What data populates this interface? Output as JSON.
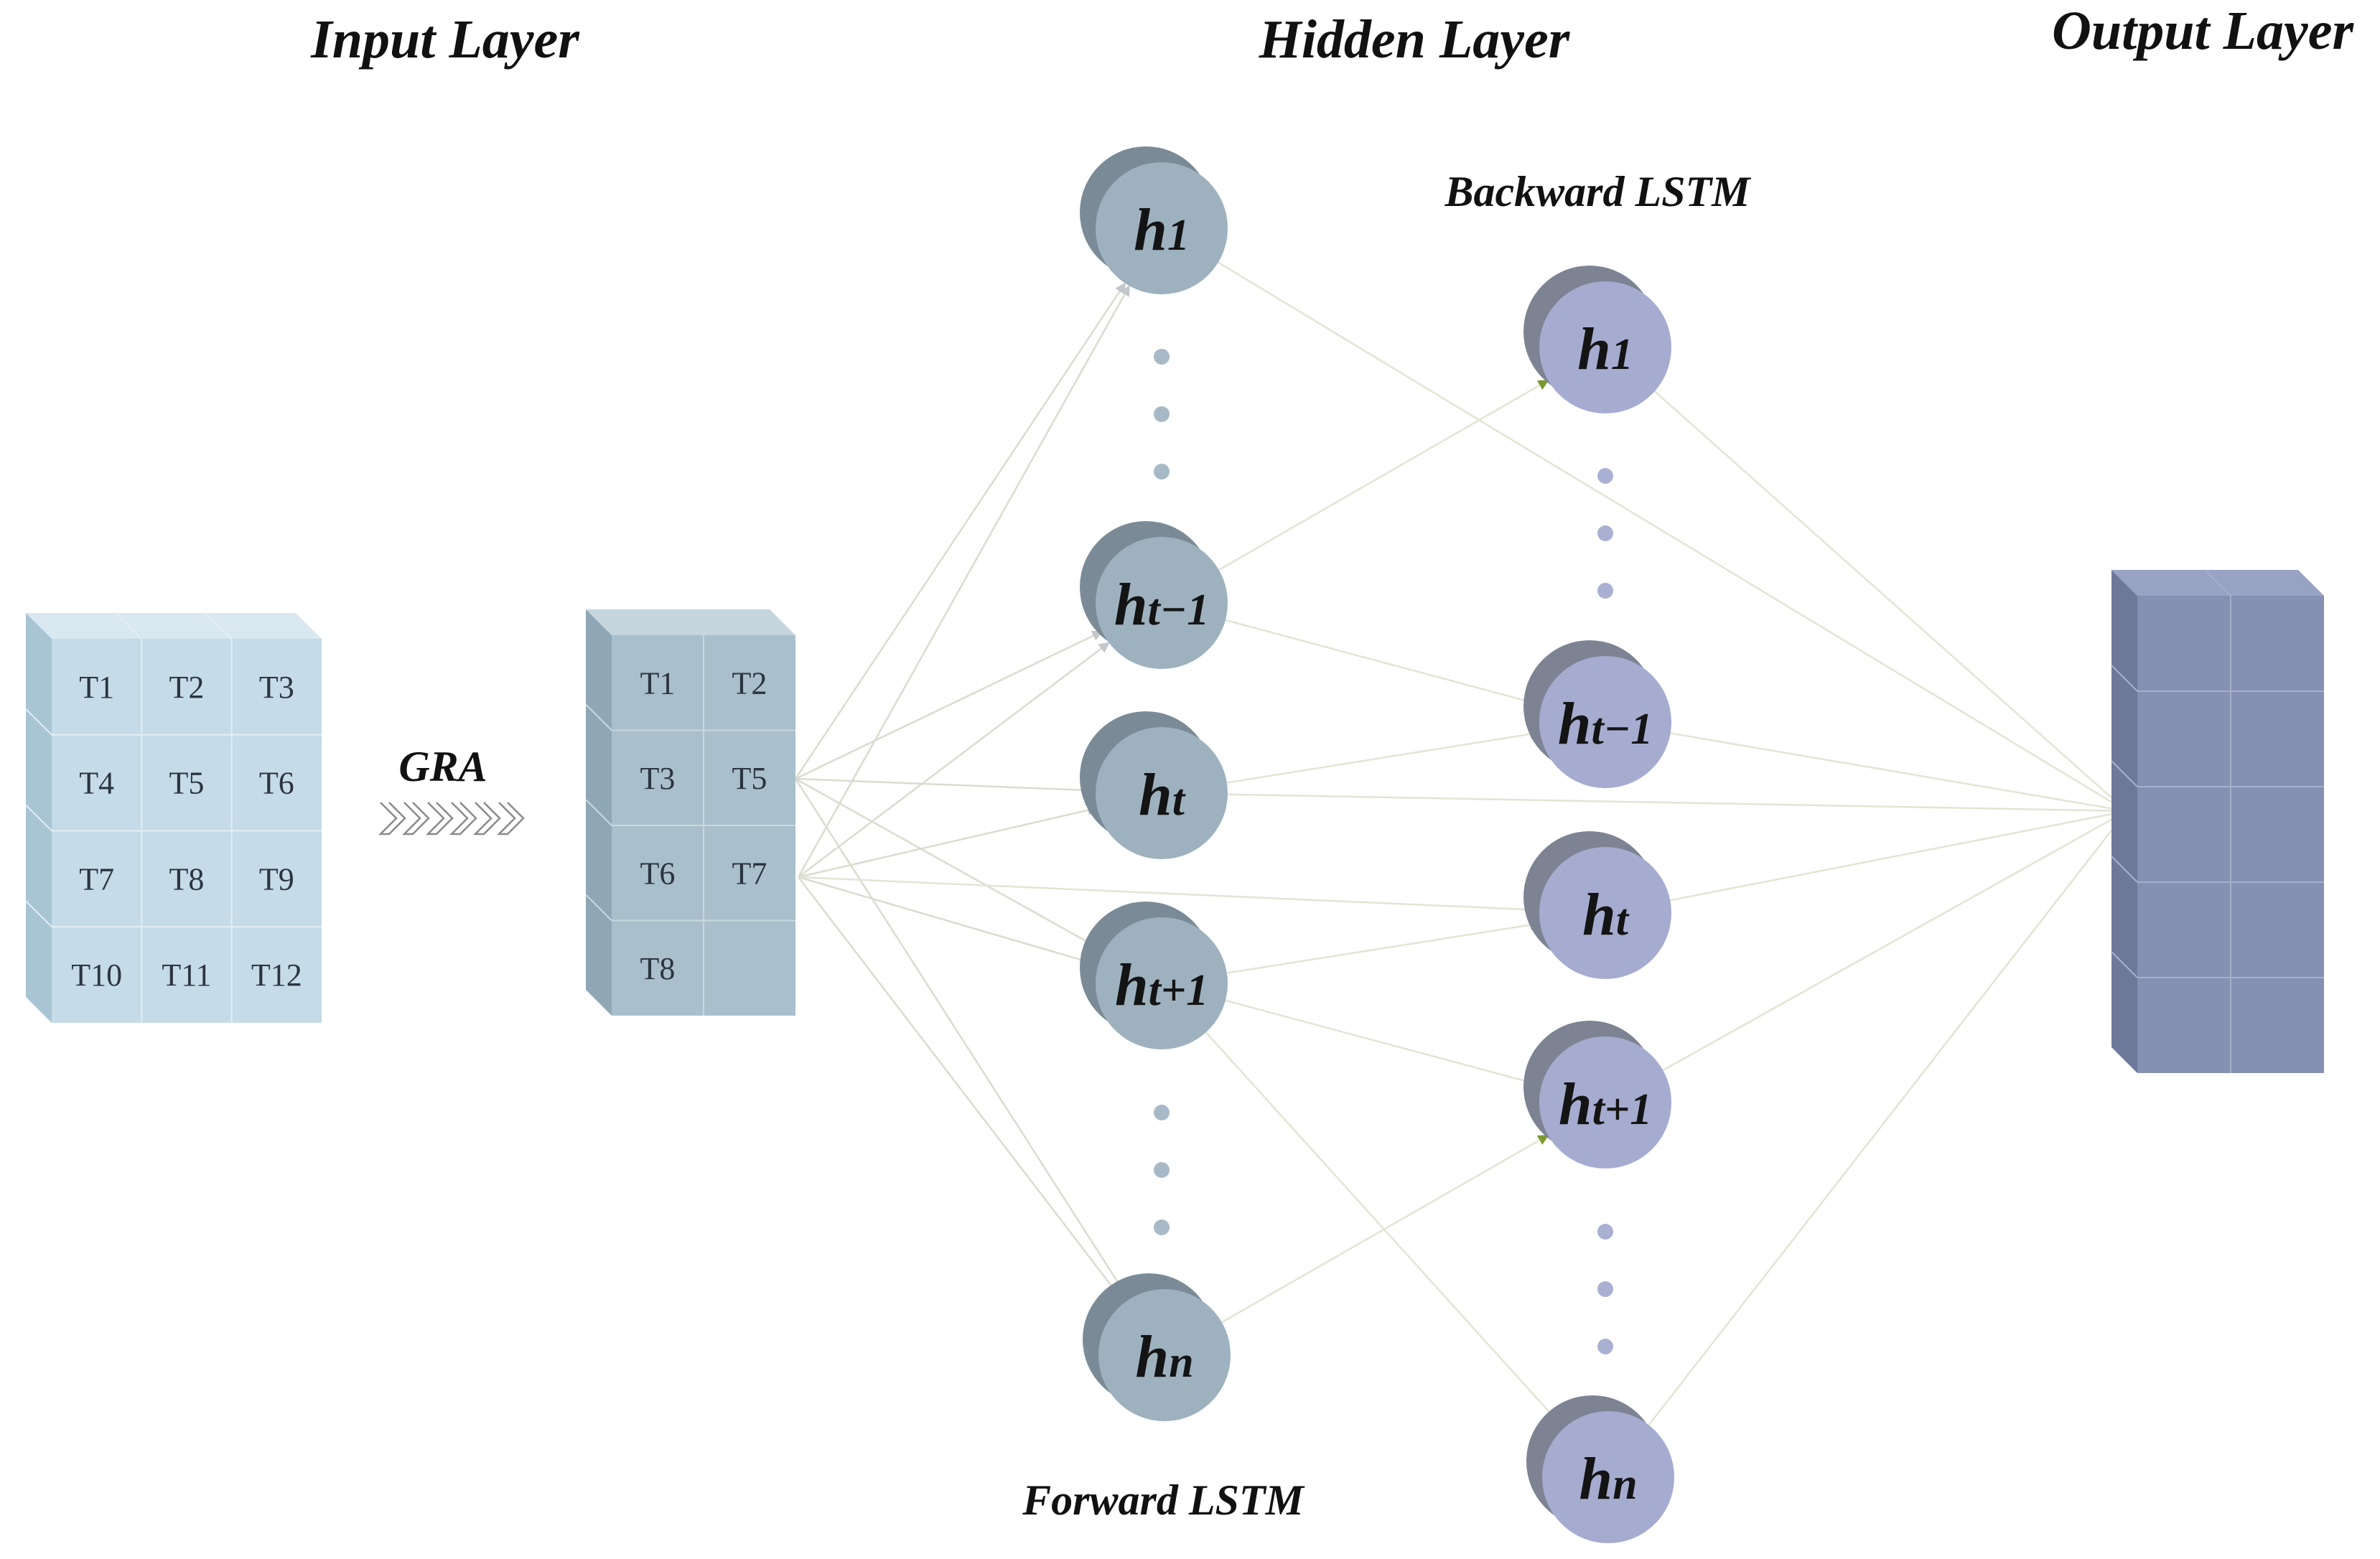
{
  "titles": {
    "input_layer": "Input Layer",
    "hidden_layer": "Hidden Layer",
    "output_layer": "Output Layer"
  },
  "labels": {
    "gra": "GRA",
    "backward_lstm": "Backward LSTM",
    "forward_lstm": "Forward LSTM"
  },
  "input_grid": [
    [
      "T1",
      "T2",
      "T3"
    ],
    [
      "T4",
      "T5",
      "T6"
    ],
    [
      "T7",
      "T8",
      "T9"
    ],
    [
      "T10",
      "T11",
      "T12"
    ]
  ],
  "selected_grid": [
    [
      "T1",
      "T2"
    ],
    [
      "T3",
      "T5"
    ],
    [
      "T6",
      "T7"
    ],
    [
      "T8",
      ""
    ]
  ],
  "forward_nodes": [
    {
      "main": "h",
      "sub": "1"
    },
    {
      "main": "h",
      "sub": "t−1"
    },
    {
      "main": "h",
      "sub": "t"
    },
    {
      "main": "h",
      "sub": "t+1"
    },
    {
      "main": "h",
      "sub": "n"
    }
  ],
  "backward_nodes": [
    {
      "main": "h",
      "sub": "1"
    },
    {
      "main": "h",
      "sub": "t−1"
    },
    {
      "main": "h",
      "sub": "t"
    },
    {
      "main": "h",
      "sub": "t+1"
    },
    {
      "main": "h",
      "sub": "n"
    }
  ],
  "colors": {
    "input_face": "#c5dbe7",
    "input_top": "#d9e8f0",
    "input_side": "#a9c4d3",
    "selected_face": "#a9bfcb",
    "selected_top": "#c4d5dd",
    "selected_side": "#8fa7b5",
    "forward_node": "#9eb1bf",
    "forward_shadow": "#7b8a97",
    "backward_node": "#a6acd0",
    "backward_shadow": "#7d8393",
    "output_face": "#8590b3",
    "output_top": "#98a2c2",
    "output_side": "#6e7898",
    "dot_forward": "#a7b9c7",
    "dot_backward": "#aab0d2",
    "arrow_gray": "#c3c7cc",
    "arrow_green": "#7a9a2f"
  }
}
